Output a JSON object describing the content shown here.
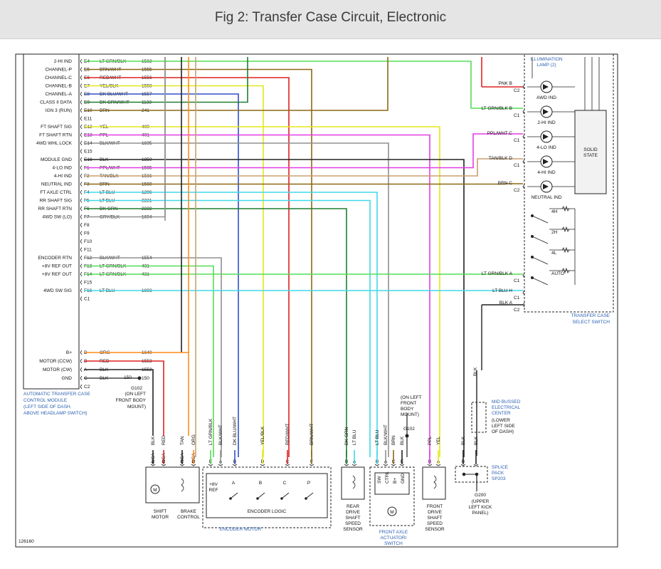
{
  "title": "Fig 2: Transfer Case Circuit, Electronic",
  "colors": {
    "frame": "#222222",
    "wire_dark_green_lite": "#3fbf3f",
    "wire_lt_green": "#55dd55",
    "wire_brown": "#8b6914",
    "wire_red": "#e02020",
    "wire_yellow": "#e6e61a",
    "wire_dark_blue": "#3050c8",
    "wire_dark_green": "#1f7f2f",
    "wire_pink": "#e43ce4",
    "wire_gray": "#909090",
    "wire_tan": "#c8a070",
    "wire_lt_blue": "#40d8e8",
    "wire_orange": "#ff8c1a",
    "wire_black": "#222222",
    "blue_text": "#2a5fb0"
  },
  "module": {
    "caption": [
      "AUTOMATIC TRANSFER CASE",
      "CONTROL MODULE",
      "(LEFT SIDE OF DASH,",
      "ABOVE HEADLAMP SWITCH)"
    ],
    "pins": [
      {
        "name": "2-HI IND",
        "pin": "E4",
        "wire": "LT GRN/BLK",
        "circuit": "1563",
        "color": "#55dd55"
      },
      {
        "name": "CHANNEL-P",
        "pin": "E5",
        "wire": "BRN/WHT",
        "circuit": "1555",
        "color": "#8b6914"
      },
      {
        "name": "CHANNEL-C",
        "pin": "E6",
        "wire": "RED/WHT",
        "circuit": "1556",
        "color": "#e02020"
      },
      {
        "name": "CHANNEL-B",
        "pin": "E7",
        "wire": "YEL/BLK",
        "circuit": "1558",
        "color": "#e6e61a"
      },
      {
        "name": "CHANNEL-A",
        "pin": "E8",
        "wire": "DK BLU/WHT",
        "circuit": "1557",
        "color": "#3050c8"
      },
      {
        "name": "CLASS II DATA",
        "pin": "E9",
        "wire": "DK GRN/WHT",
        "circuit": "1133",
        "color": "#1f7f2f"
      },
      {
        "name": "IGN 3 (RUN)",
        "pin": "E10",
        "wire": "BRN",
        "circuit": "241",
        "color": "#8b6914"
      },
      {
        "name": "",
        "pin": "E11",
        "wire": "",
        "circuit": "",
        "color": ""
      },
      {
        "name": "FT SHAFT SIG",
        "pin": "E12",
        "wire": "YEL",
        "circuit": "400",
        "color": "#e6e61a"
      },
      {
        "name": "FT SHAFT RTN",
        "pin": "E13",
        "wire": "PPL",
        "circuit": "401",
        "color": "#e43ce4"
      },
      {
        "name": "4WD WHL LOCK",
        "pin": "E14",
        "wire": "BLK/WHT",
        "circuit": "1695",
        "color": "#909090"
      },
      {
        "name": "",
        "pin": "E15",
        "wire": "",
        "circuit": "",
        "color": ""
      },
      {
        "name": "MODULE GND",
        "pin": "E16",
        "wire": "BLK",
        "circuit": "1850",
        "color": "#222222"
      },
      {
        "name": "4-LO IND",
        "pin": "F1",
        "wire": "PPL/WHT",
        "circuit": "1565",
        "color": "#e43ce4"
      },
      {
        "name": "4-HI IND",
        "pin": "F2",
        "wire": "TAN/BLK",
        "circuit": "1566",
        "color": "#c8a070"
      },
      {
        "name": "NEUTRAL IND",
        "pin": "F3",
        "wire": "BRN",
        "circuit": "1560",
        "color": "#8b6914"
      },
      {
        "name": "FT AXLE CTRL",
        "pin": "F4",
        "wire": "LT BLU",
        "circuit": "1296",
        "color": "#40d8e8"
      },
      {
        "name": "RR SHAFT SIG",
        "pin": "F5",
        "wire": "LT BLU",
        "circuit": "2221",
        "color": "#40d8e8"
      },
      {
        "name": "RR SHAFT RTN",
        "pin": "F6",
        "wire": "DK GRN",
        "circuit": "2222",
        "color": "#1f7f2f"
      },
      {
        "name": "4WD SW (LO)",
        "pin": "F7",
        "wire": "GRY/BLK",
        "circuit": "1694",
        "color": "#909090"
      },
      {
        "name": "",
        "pin": "F8",
        "wire": "",
        "circuit": "",
        "color": ""
      },
      {
        "name": "",
        "pin": "F9",
        "wire": "",
        "circuit": "",
        "color": ""
      },
      {
        "name": "",
        "pin": "F10",
        "wire": "",
        "circuit": "",
        "color": ""
      },
      {
        "name": "",
        "pin": "F11",
        "wire": "",
        "circuit": "",
        "color": ""
      },
      {
        "name": "ENCODER RTN",
        "pin": "F12",
        "wire": "BLK/WHT",
        "circuit": "1554",
        "color": "#909090"
      },
      {
        "name": "+8V REF OUT",
        "pin": "F13",
        "wire": "LT GRN/BLK",
        "circuit": "431",
        "color": "#55dd55"
      },
      {
        "name": "+8V REF OUT",
        "pin": "F14",
        "wire": "LT GRN/BLK",
        "circuit": "431",
        "color": "#55dd55"
      },
      {
        "name": "",
        "pin": "F15",
        "wire": "",
        "circuit": "",
        "color": ""
      },
      {
        "name": "4WD SW SIG",
        "pin": "F16",
        "wire": "LT BLU",
        "circuit": "1693",
        "color": "#40d8e8"
      },
      {
        "name": "",
        "pin": "C1",
        "wire": "",
        "circuit": "",
        "color": ""
      }
    ],
    "lower_pins": [
      {
        "name": "B+",
        "pin": "D",
        "wire": "ORG",
        "circuit": "1640",
        "color": "#ff8c1a"
      },
      {
        "name": "MOTOR (CCW)",
        "pin": "B",
        "wire": "RED",
        "circuit": "1553",
        "color": "#e02020"
      },
      {
        "name": "MOTOR (CW)",
        "pin": "A",
        "wire": "BLK",
        "circuit": "1552",
        "color": "#222222"
      },
      {
        "name": "GND",
        "pin": "C",
        "wire": "BLK",
        "circuit": "150",
        "color": "#222222"
      },
      {
        "name": "",
        "pin": "C2",
        "wire": "",
        "circuit": "",
        "color": ""
      }
    ]
  },
  "switch": {
    "header": [
      "ILLUMINATION",
      "LAMP (2)"
    ],
    "indicators": [
      {
        "wire": "PNK",
        "pin": "B",
        "conn": "C2",
        "label": "AWD IND"
      },
      {
        "wire": "LT GRN/BLK",
        "pin": "B",
        "conn": "C1",
        "label": "2-HI IND"
      },
      {
        "wire": "PPL/WHT",
        "pin": "C",
        "conn": "C1",
        "label": "4-LO IND"
      },
      {
        "wire": "TAN/BLK",
        "pin": "D",
        "conn": "C1",
        "label": "4-HI IND"
      },
      {
        "wire": "BRN",
        "pin": "C",
        "conn": "C2",
        "label": "NEUTRAL IND"
      }
    ],
    "solid_state": [
      "SOLID",
      "STATE"
    ],
    "positions": [
      "4H",
      "2H",
      "4L",
      "AUTO"
    ],
    "inputs": [
      {
        "wire": "LT GRN/BLK",
        "pin": "A",
        "conn": "C1"
      },
      {
        "wire": "LT BLU",
        "pin": "H",
        "conn": "C1"
      },
      {
        "wire": "BLK",
        "pin": "A",
        "conn": "C2"
      }
    ],
    "caption": [
      "TRANSFER CASE",
      "SELECT SWITCH"
    ]
  },
  "g102_left": {
    "label": "G102",
    "note": [
      "(ON LEFT",
      "FRONT BODY",
      "MOUNT)"
    ]
  },
  "g102_right": {
    "label": "G102",
    "note": [
      "(ON LEFT",
      "FRONT",
      "BODY",
      "MOUNT)"
    ]
  },
  "mid_bussed": {
    "label": [
      "MID BUSSED",
      "ELECTRICAL",
      "CENTER"
    ],
    "note": [
      "(LOWER",
      "LEFT SIDE",
      "OF DASH)"
    ],
    "pins": [
      "C2",
      "C1",
      "F2",
      "C1"
    ]
  },
  "splice": {
    "label": [
      "SPLICE",
      "PACK",
      "SP203"
    ]
  },
  "g200": {
    "label": "G200",
    "note": [
      "(UPPER",
      "LEFT KICK",
      "PANEL)"
    ]
  },
  "components": {
    "shift_motor": [
      "SHIFT",
      "MOTOR"
    ],
    "brake_control": [
      "BRAKE",
      "CONTROL"
    ],
    "encoder_motor": "ENCODER MOTOR",
    "encoder_logic": "ENCODER LOGIC",
    "plus8v_ref": [
      "+8V",
      "REF"
    ],
    "encoder_switch_labels": [
      "A",
      "B",
      "C",
      "P"
    ],
    "rear_sensor": [
      "REAR",
      "DRIVE",
      "SHAFT",
      "SPEED",
      "SENSOR"
    ],
    "front_axle": [
      "FRONT AXLE",
      "ACTUATOR/",
      "SWITCH"
    ],
    "front_axle_pins": [
      "SW",
      "CTRL",
      "B+",
      "GND"
    ],
    "front_sensor": [
      "FRONT",
      "DRIVE",
      "SHAFT",
      "SPEED",
      "SENSOR"
    ]
  },
  "bottom_wires": [
    {
      "wire": "BLK",
      "pin": "A",
      "conn": "NCA"
    },
    {
      "wire": "RED",
      "pin": "B",
      "conn": "NCA"
    },
    {
      "wire": "TAN",
      "pin": "C",
      "conn": "NCA"
    },
    {
      "wire": "ORG",
      "pin": "D",
      "conn": "NCA"
    },
    {
      "wire": "LT GRN/BLK",
      "pin": "E"
    },
    {
      "wire": "BLK/WHT",
      "pin": "A"
    },
    {
      "wire": "DK BLU/WHT",
      "pin": "B"
    },
    {
      "wire": "YEL/BLK",
      "pin": "D"
    },
    {
      "wire": "RED/WHT",
      "pin": "C"
    },
    {
      "wire": "BRN/WHT",
      "pin": "F"
    },
    {
      "wire": "DK GRN",
      "pin": "B"
    },
    {
      "wire": "LT BLU",
      "pin": "A"
    },
    {
      "wire": "LT BLU",
      "pin": "B"
    },
    {
      "wire": "BLK/WHT",
      "pin": "A"
    },
    {
      "wire": "BRN",
      "pin": "C"
    },
    {
      "wire": "BLK",
      "pin": "E"
    },
    {
      "wire": "PPL",
      "pin": "B"
    },
    {
      "wire": "YEL",
      "pin": "A"
    },
    {
      "wire": "BLK",
      "pin": "B"
    },
    {
      "wire": "BLK",
      "pin": ""
    }
  ],
  "figure_id": "126160"
}
